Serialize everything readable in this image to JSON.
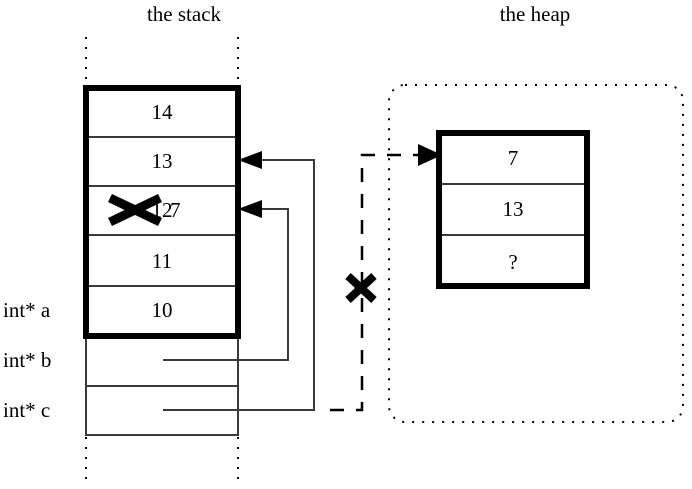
{
  "figure": {
    "type": "memory-diagram",
    "titles": {
      "stack": "the stack",
      "heap": "the heap"
    }
  },
  "stack": {
    "cells": [
      {
        "value": "14",
        "struck": false,
        "label": ""
      },
      {
        "value": "13",
        "struck": false,
        "label": ""
      },
      {
        "value": "12",
        "struck": true,
        "annotation": "7",
        "label": ""
      },
      {
        "value": "11",
        "struck": false,
        "label": ""
      },
      {
        "value": "10",
        "struck": false,
        "label": "int* a"
      }
    ],
    "pointer_slots": [
      {
        "label": "int* b",
        "value": ""
      },
      {
        "label": "int* c",
        "value": ""
      }
    ]
  },
  "heap": {
    "cells": [
      {
        "value": "7"
      },
      {
        "value": "13"
      },
      {
        "value": "?"
      }
    ]
  },
  "marks": {
    "invalidated_pointer": "x-mark",
    "overwritten_value": "x-mark"
  },
  "colors": {
    "stroke": "#000000",
    "thin_line": "#3a3a3a",
    "background": "#ffffff"
  }
}
